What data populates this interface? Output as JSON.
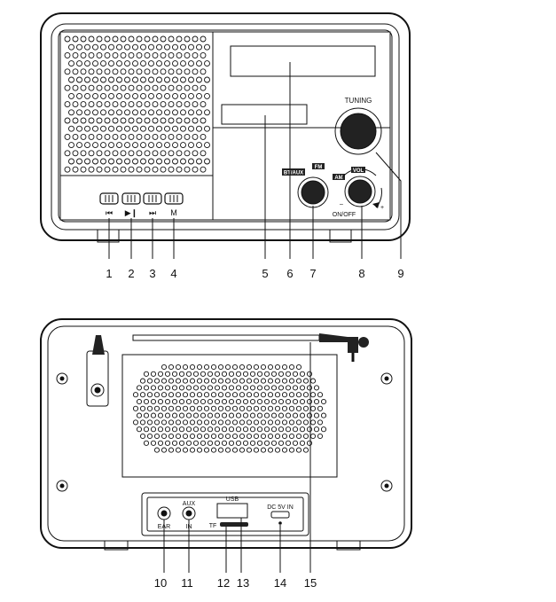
{
  "front": {
    "tuning_label": "TUNING",
    "bt_aux_label": "BT/AUX",
    "fm_label": "FM",
    "am_label": "AM",
    "vol_label": "VOL",
    "on_off_label": "ON/OFF",
    "minus_sign": "–",
    "plus_sign": "+",
    "button_symbols": [
      "⏮",
      "▶❙",
      "⏭",
      "M"
    ]
  },
  "back": {
    "ear_label": "EAR",
    "aux_label": "AUX",
    "in_label": "IN",
    "usb_label": "USB",
    "tf_label": "TF",
    "dc_label": "DC 5V IN"
  },
  "callouts_front": [
    "1",
    "2",
    "3",
    "4",
    "5",
    "6",
    "7",
    "8",
    "9"
  ],
  "callouts_back": [
    "10",
    "11",
    "12",
    "13",
    "14",
    "15"
  ]
}
